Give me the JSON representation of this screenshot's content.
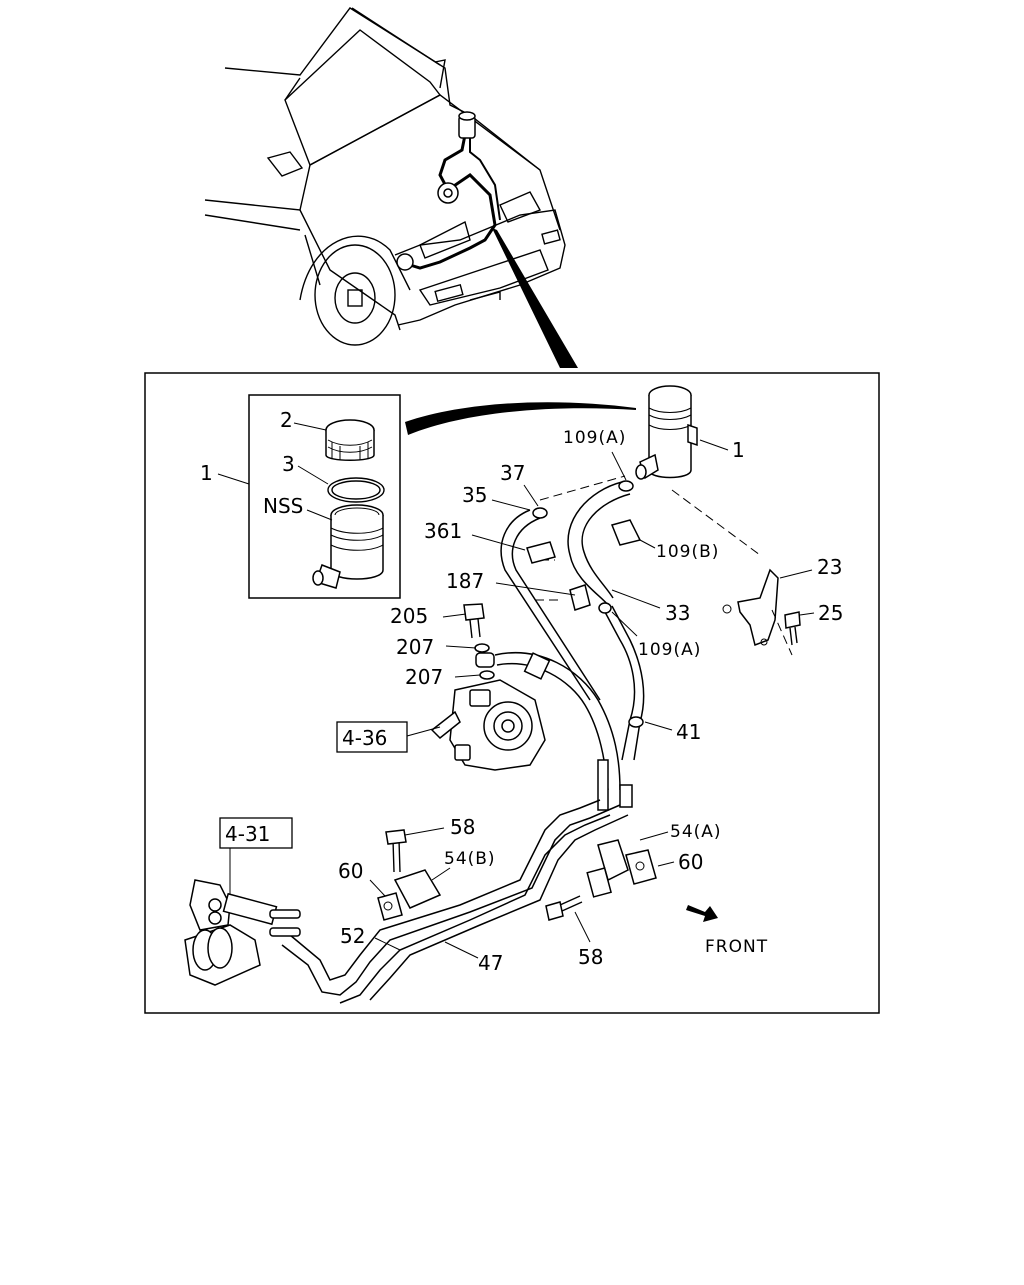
{
  "labels": {
    "l_1_left": "1",
    "l_2": "2",
    "l_3": "3",
    "l_nss": "NSS",
    "l_1_right": "1",
    "l_109a_top": "109(A)",
    "l_37": "37",
    "l_35": "35",
    "l_361": "361",
    "l_109b": "109(B)",
    "l_23": "23",
    "l_187": "187",
    "l_33": "33",
    "l_25": "25",
    "l_205": "205",
    "l_207_a": "207",
    "l_109a_mid": "109(A)",
    "l_207_b": "207",
    "l_4_36": "4-36",
    "l_41": "41",
    "l_4_31": "4-31",
    "l_58_top": "58",
    "l_54a": "54(A)",
    "l_54b": "54(B)",
    "l_60_left": "60",
    "l_60_right": "60",
    "l_52": "52",
    "l_47": "47",
    "l_58_bottom": "58",
    "l_front": "FRONT"
  },
  "icons": [
    "front-arrow-icon"
  ]
}
